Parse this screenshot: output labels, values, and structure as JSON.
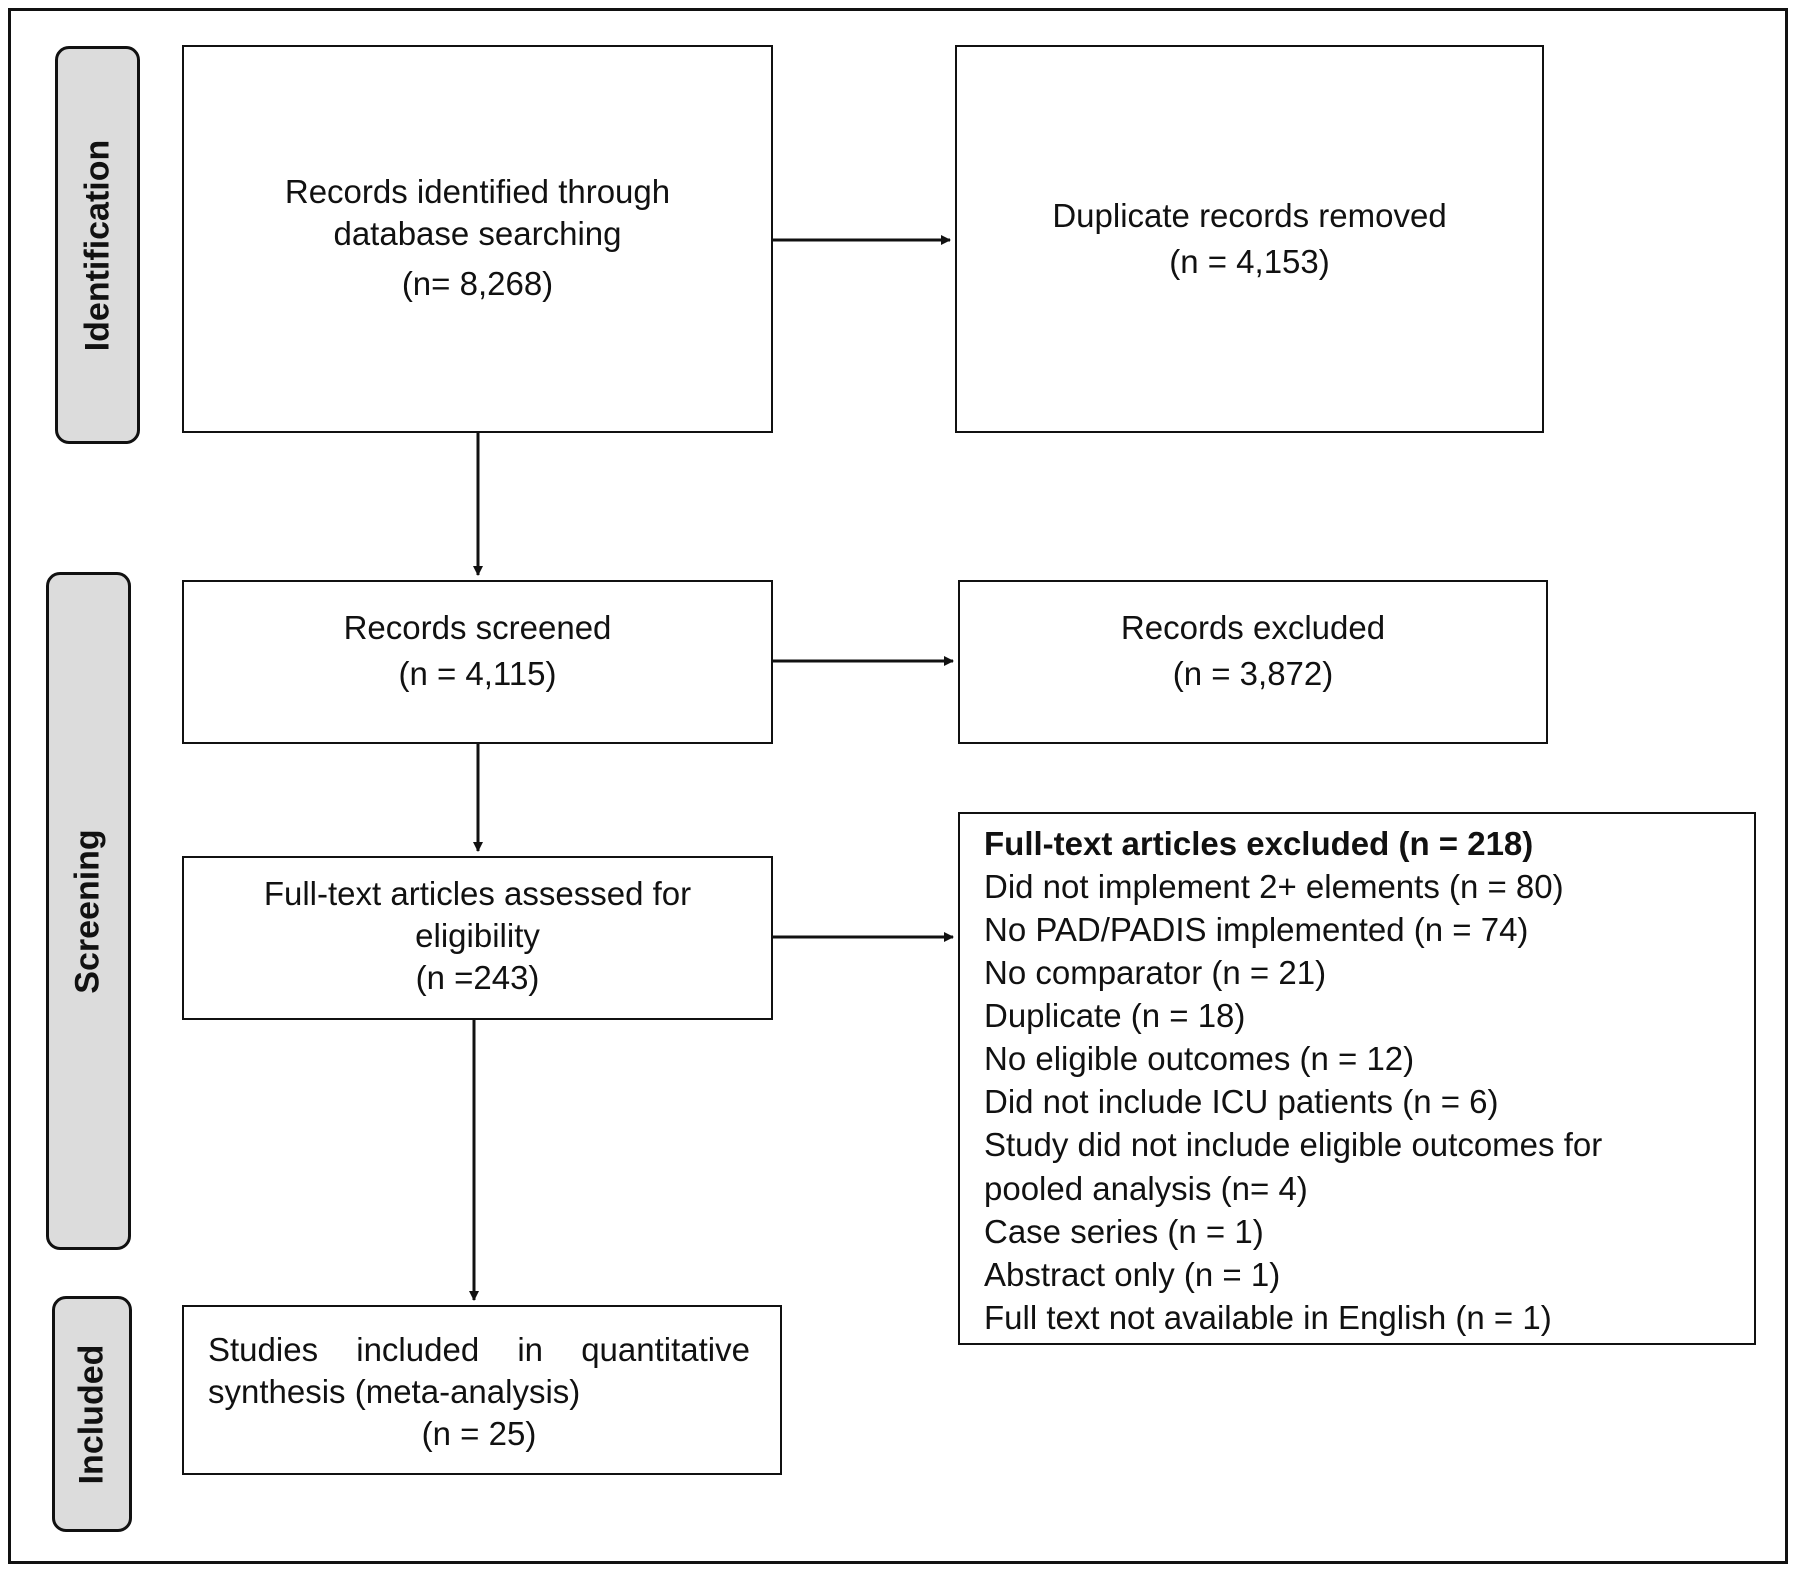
{
  "stages": {
    "identification": "Identification",
    "screening": "Screening",
    "included": "Included"
  },
  "boxes": {
    "identified": {
      "line1": "Records identified through",
      "line2": "database searching",
      "count": "(n= 8,268)"
    },
    "duplicates": {
      "line1": "Duplicate records removed",
      "count": "(n = 4,153)"
    },
    "screened": {
      "line1": "Records screened",
      "count": "(n = 4,115)"
    },
    "records_excluded": {
      "line1": "Records excluded",
      "count": "(n = 3,872)"
    },
    "assessed": {
      "line1": "Full-text articles assessed for",
      "line2": "eligibility",
      "count": "(n =243)"
    },
    "included": {
      "line1": "Studies included in quantitative",
      "line2": "synthesis (meta-analysis)",
      "count": "(n = 25)"
    }
  },
  "fulltext_excluded": {
    "heading": "Full-text articles excluded (n = 218)",
    "reasons": [
      "Did not implement 2+ elements (n = 80)",
      "No PAD/PADIS implemented (n = 74)",
      "No comparator (n = 21)",
      "Duplicate (n = 18)",
      "No eligible outcomes (n = 12)",
      "Did not include ICU patients (n = 6)",
      "Study did not include eligible outcomes for",
      "pooled analysis (n= 4)",
      "Case series (n = 1)",
      "Abstract only (n = 1)",
      "Full text not available in English (n = 1)"
    ]
  }
}
